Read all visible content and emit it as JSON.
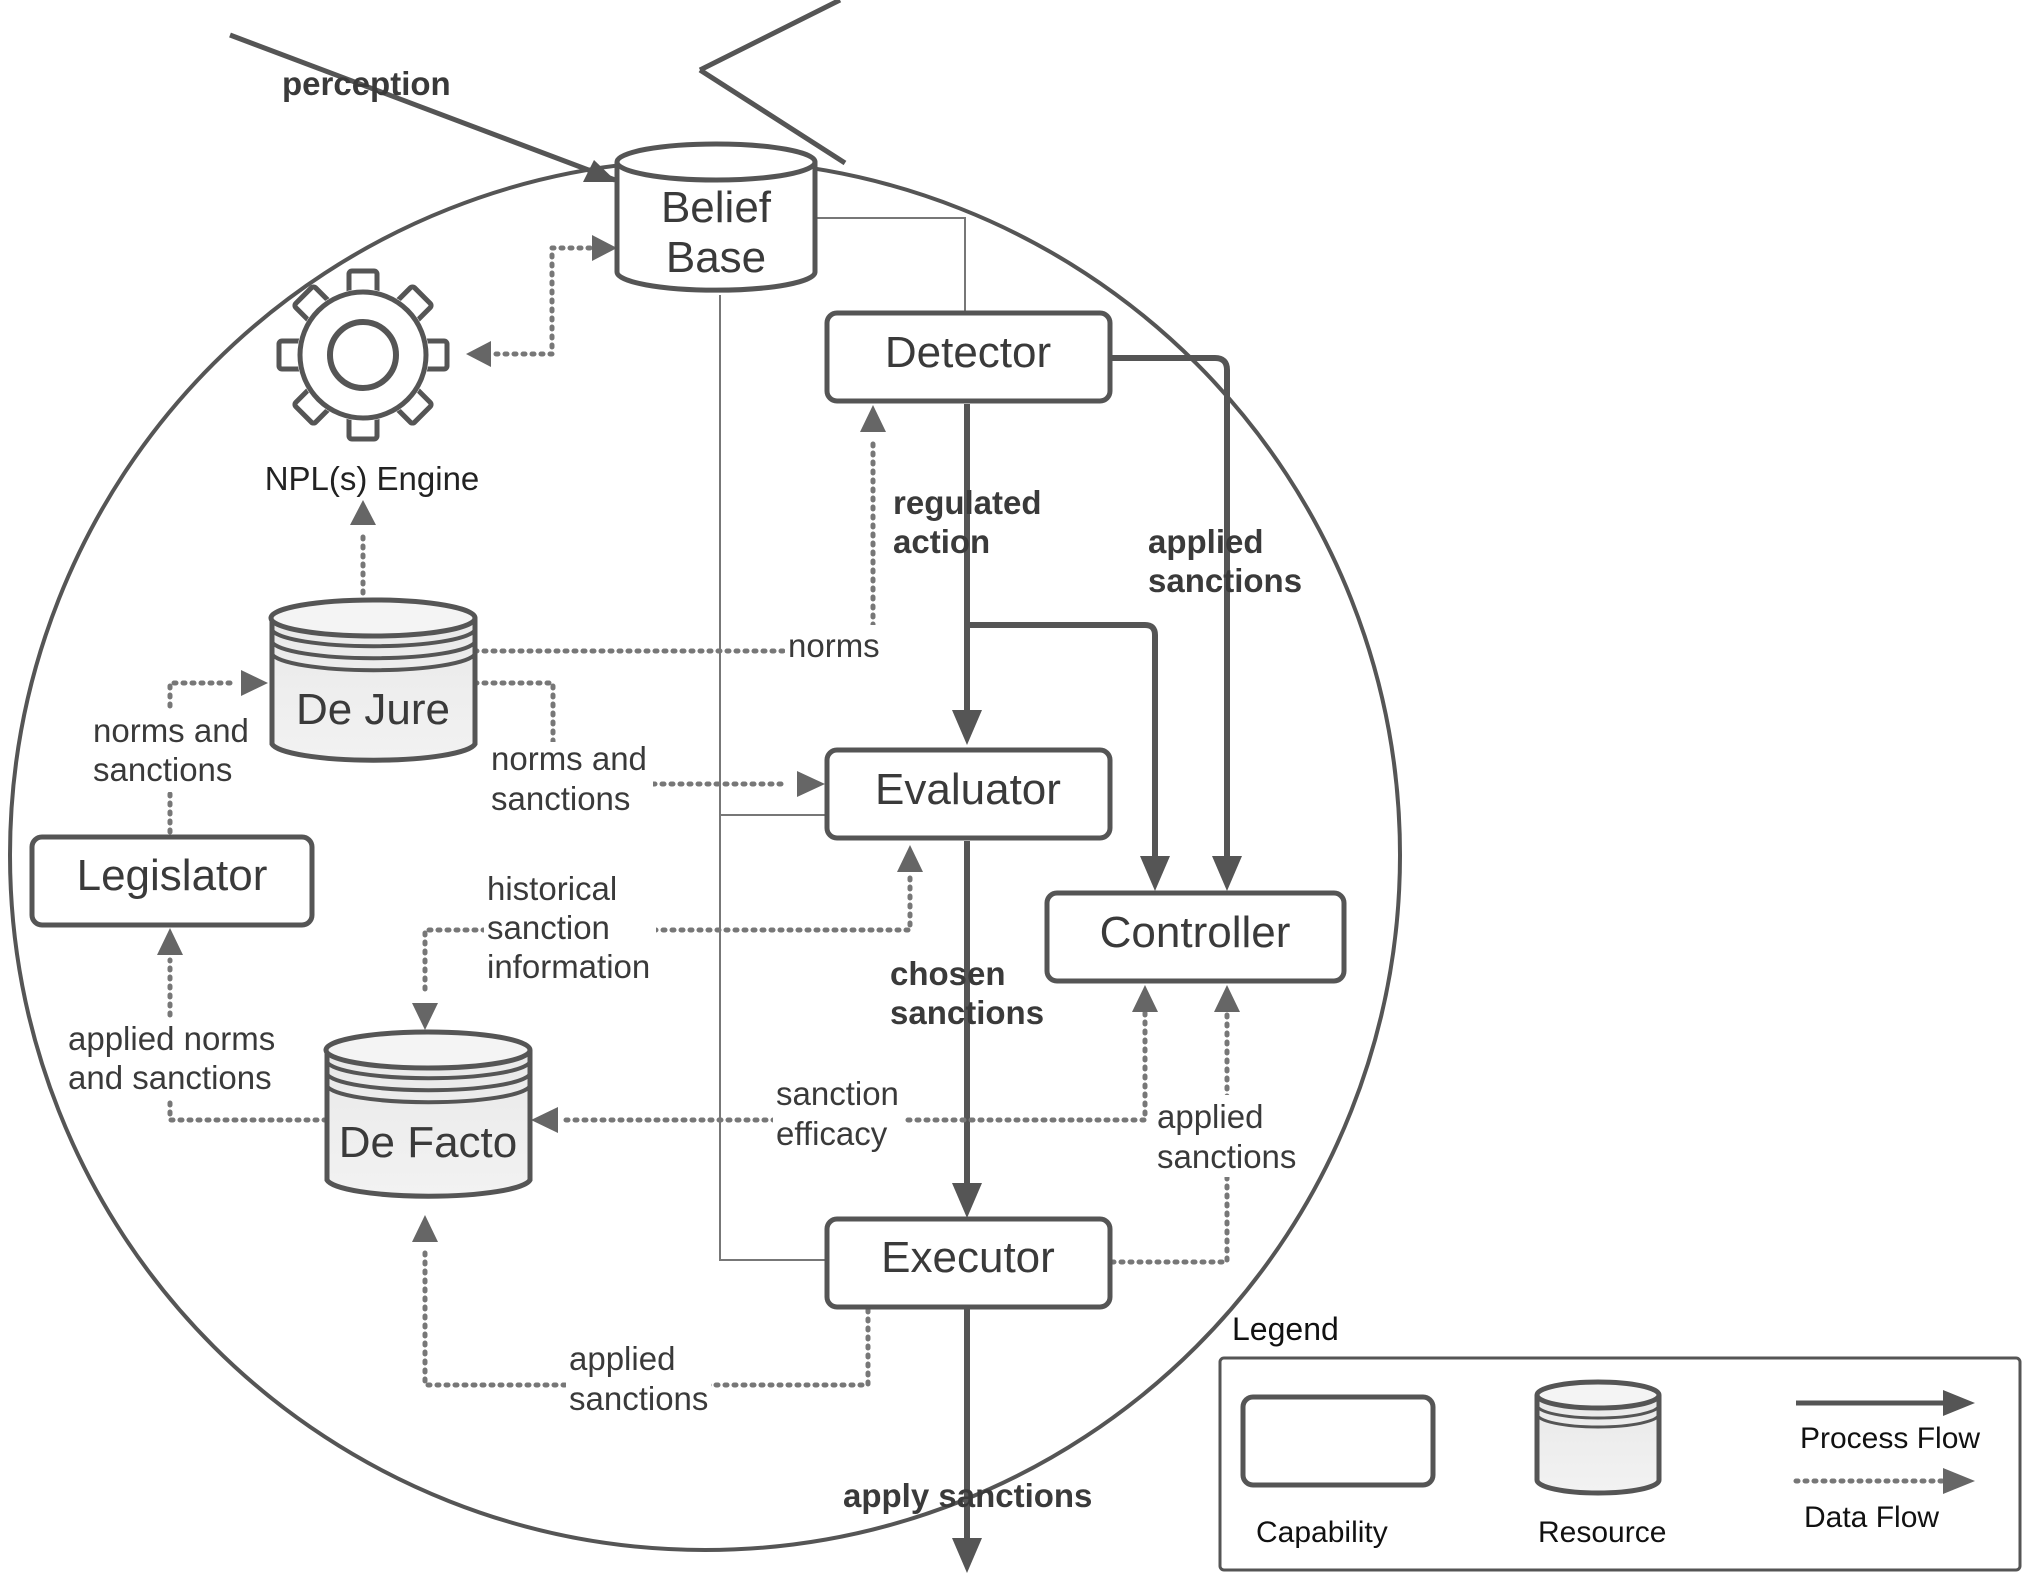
{
  "external": {
    "perception": "perception",
    "apply_sanctions": "apply sanctions"
  },
  "capabilities": {
    "detector": "Detector",
    "evaluator": "Evaluator",
    "controller": "Controller",
    "executor": "Executor",
    "legislator": "Legislator"
  },
  "resources": {
    "belief_base_line1": "Belief",
    "belief_base_line2": "Base",
    "de_jure": "De Jure",
    "de_facto": "De Facto"
  },
  "engine": {
    "label": "NPL(s) Engine",
    "icon": "gear-icon"
  },
  "process_flow_labels": {
    "regulated_action": [
      "regulated",
      "action"
    ],
    "applied_sanctions": [
      "applied",
      "sanctions"
    ],
    "chosen_sanctions": [
      "chosen",
      "sanctions"
    ]
  },
  "data_flow_labels": {
    "norms": "norms",
    "norms_and_sanctions_legislator": [
      "norms and",
      "sanctions"
    ],
    "norms_and_sanctions_evaluator": [
      "norms and",
      "sanctions"
    ],
    "historical_sanction_information": [
      "historical",
      "sanction",
      "information"
    ],
    "applied_norms_and_sanctions": [
      "applied norms",
      "and sanctions"
    ],
    "sanction_efficacy": [
      "sanction",
      "efficacy"
    ],
    "applied_sanctions_controller": [
      "applied",
      "sanctions"
    ],
    "applied_sanctions_defacto": [
      "applied",
      "sanctions"
    ]
  },
  "legend": {
    "title": "Legend",
    "capability": "Capability",
    "resource": "Resource",
    "process_flow": "Process Flow",
    "data_flow": "Data Flow"
  },
  "colors": {
    "stroke": "#555555",
    "resource_fill": "#eeeeee",
    "text": "#3a3a3a"
  }
}
